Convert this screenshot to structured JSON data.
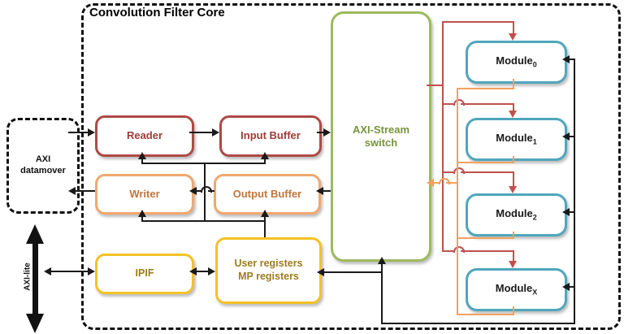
{
  "title": "Convolution Filter Core",
  "labels": {
    "axi_lite": "AXI-lite"
  },
  "colors": {
    "black": "#1a1a1a",
    "red_line": "#c0504d",
    "orange_line": "#f2a15e",
    "red_border": "#ad4a45",
    "red_text": "#9e3a37",
    "orange_border": "#efa86f",
    "orange_text": "#c1763c",
    "yellow_border": "#f3c226",
    "yellow_text": "#9c7c20",
    "green_border": "#9cba5e",
    "green_text": "#77933c",
    "teal_border": "#4fa6bc"
  },
  "nodes": {
    "axi_datamover": {
      "label": "AXI datamover"
    },
    "reader": {
      "label": "Reader"
    },
    "input_buffer": {
      "label": "Input Buffer"
    },
    "writer": {
      "label": "Writer"
    },
    "output_buffer": {
      "label": "Output Buffer"
    },
    "ipif": {
      "label": "IPIF"
    },
    "user_registers": {
      "line1": "User registers",
      "line2": "MP registers"
    },
    "axi_stream_switch": {
      "line1": "AXI-Stream",
      "line2": "switch"
    },
    "modules": [
      {
        "base": "Module",
        "sub": "0"
      },
      {
        "base": "Module",
        "sub": "1"
      },
      {
        "base": "Module",
        "sub": "2"
      },
      {
        "base": "Module",
        "sub": "X"
      }
    ]
  }
}
